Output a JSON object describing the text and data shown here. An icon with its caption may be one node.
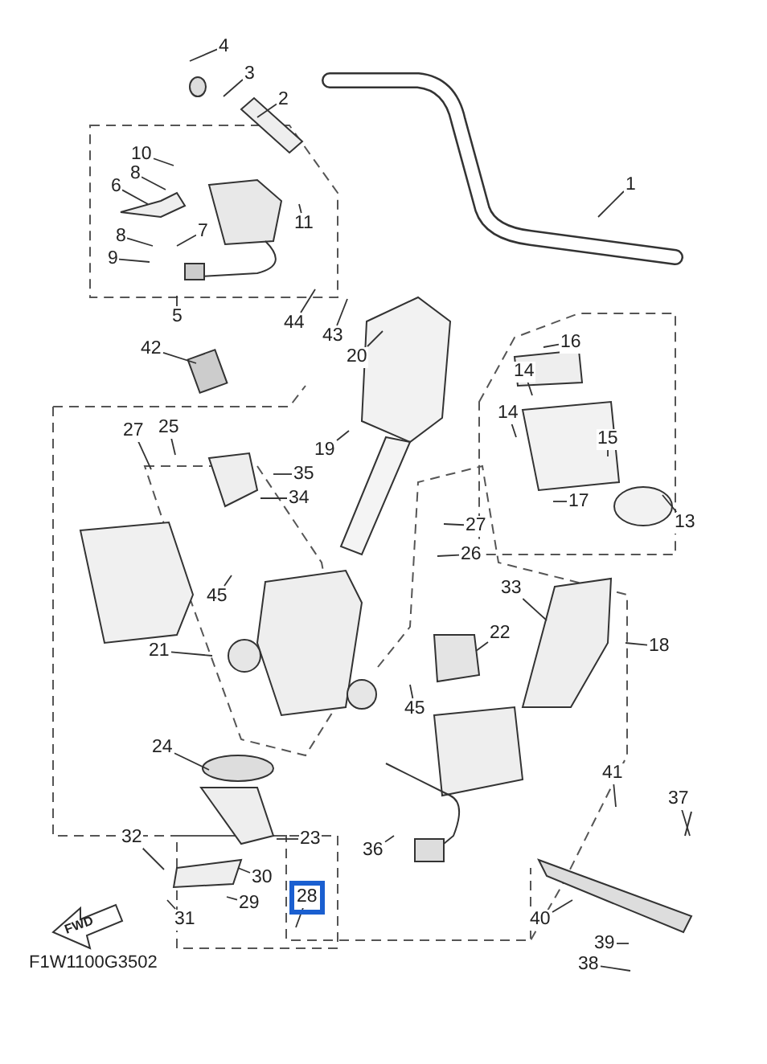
{
  "diagram": {
    "nodes": [
      {
        "text": [
          "4"
        ]
      },
      {
        "text": [
          "3"
        ]
      },
      {
        "text": [
          "2"
        ]
      },
      {
        "text": [
          "1"
        ]
      },
      {
        "text": [
          "10"
        ]
      },
      {
        "text": [
          "8"
        ]
      },
      {
        "text": [
          "6"
        ]
      },
      {
        "text": [
          "11"
        ]
      },
      {
        "text": [
          "7"
        ]
      },
      {
        "text": [
          "8"
        ]
      },
      {
        "text": [
          "9"
        ]
      },
      {
        "text": [
          "5"
        ]
      },
      {
        "text": [
          "44"
        ]
      },
      {
        "text": [
          "43"
        ]
      },
      {
        "text": [
          "20"
        ]
      },
      {
        "text": [
          "42"
        ]
      },
      {
        "text": [
          "16"
        ]
      },
      {
        "text": [
          "14"
        ]
      },
      {
        "text": [
          "14"
        ]
      },
      {
        "text": [
          "15"
        ]
      },
      {
        "text": [
          "17"
        ]
      },
      {
        "text": [
          "13"
        ]
      },
      {
        "text": [
          "19"
        ]
      },
      {
        "text": [
          "27"
        ]
      },
      {
        "text": [
          "25"
        ]
      },
      {
        "text": [
          "35"
        ]
      },
      {
        "text": [
          "34"
        ]
      },
      {
        "text": [
          "27"
        ]
      },
      {
        "text": [
          "26"
        ]
      },
      {
        "text": [
          "33"
        ]
      },
      {
        "text": [
          "45"
        ]
      },
      {
        "text": [
          "22"
        ]
      },
      {
        "text": [
          "18"
        ]
      },
      {
        "text": [
          "21"
        ]
      },
      {
        "text": [
          "45"
        ]
      },
      {
        "text": [
          "41"
        ]
      },
      {
        "text": [
          "37"
        ]
      },
      {
        "text": [
          "24"
        ]
      },
      {
        "text": [
          "23"
        ]
      },
      {
        "text": [
          "36"
        ]
      },
      {
        "text": [
          "32"
        ]
      },
      {
        "text": [
          "30"
        ]
      },
      {
        "text": [
          "28"
        ]
      },
      {
        "text": [
          "29"
        ]
      },
      {
        "text": [
          "31"
        ]
      },
      {
        "text": [
          "40"
        ]
      },
      {
        "text": [
          "39"
        ]
      },
      {
        "text": [
          "38"
        ]
      }
    ],
    "edges": [
      {
        "from": 0,
        "to": null,
        "arrow": "none"
      },
      {
        "from": 1,
        "to": null,
        "arrow": "none"
      },
      {
        "from": 2,
        "to": null,
        "arrow": "none"
      },
      {
        "from": 3,
        "to": null,
        "arrow": "none"
      },
      {
        "from": 4,
        "to": null,
        "arrow": "none"
      },
      {
        "from": 5,
        "to": null,
        "arrow": "none"
      },
      {
        "from": 6,
        "to": null,
        "arrow": "none"
      },
      {
        "from": 7,
        "to": null,
        "arrow": "none"
      },
      {
        "from": 8,
        "to": null,
        "arrow": "none"
      },
      {
        "from": 9,
        "to": null,
        "arrow": "none"
      },
      {
        "from": 10,
        "to": null,
        "arrow": "none"
      },
      {
        "from": 11,
        "to": null,
        "arrow": "none"
      },
      {
        "from": 12,
        "to": null,
        "arrow": "none"
      },
      {
        "from": 13,
        "to": null,
        "arrow": "none"
      },
      {
        "from": 14,
        "to": null,
        "arrow": "none"
      },
      {
        "from": 15,
        "to": null,
        "arrow": "none"
      },
      {
        "from": 16,
        "to": null,
        "arrow": "none"
      },
      {
        "from": 17,
        "to": null,
        "arrow": "none"
      },
      {
        "from": 18,
        "to": null,
        "arrow": "none"
      },
      {
        "from": 19,
        "to": null,
        "arrow": "none"
      },
      {
        "from": 20,
        "to": null,
        "arrow": "none"
      },
      {
        "from": 21,
        "to": null,
        "arrow": "none"
      },
      {
        "from": 22,
        "to": null,
        "arrow": "none"
      },
      {
        "from": 23,
        "to": null,
        "arrow": "none"
      },
      {
        "from": 24,
        "to": null,
        "arrow": "none"
      },
      {
        "from": 25,
        "to": null,
        "arrow": "none"
      },
      {
        "from": 26,
        "to": null,
        "arrow": "none"
      },
      {
        "from": 27,
        "to": null,
        "arrow": "none"
      },
      {
        "from": 28,
        "to": null,
        "arrow": "none"
      },
      {
        "from": 29,
        "to": null,
        "arrow": "none"
      },
      {
        "from": 30,
        "to": null,
        "arrow": "none"
      },
      {
        "from": 31,
        "to": null,
        "arrow": "none"
      },
      {
        "from": 32,
        "to": null,
        "arrow": "none"
      },
      {
        "from": 33,
        "to": null,
        "arrow": "none"
      },
      {
        "from": 34,
        "to": null,
        "arrow": "none"
      },
      {
        "from": 35,
        "to": null,
        "arrow": "none"
      },
      {
        "from": 36,
        "to": null,
        "arrow": "none"
      },
      {
        "from": 37,
        "to": null,
        "arrow": "none"
      },
      {
        "from": 38,
        "to": null,
        "arrow": "none"
      },
      {
        "from": 39,
        "to": null,
        "arrow": "none"
      },
      {
        "from": 40,
        "to": null,
        "arrow": "none"
      },
      {
        "from": 41,
        "to": null,
        "arrow": "none"
      },
      {
        "from": 42,
        "to": null,
        "arrow": "none"
      },
      {
        "from": 43,
        "to": null,
        "arrow": "none"
      },
      {
        "from": 44,
        "to": null,
        "arrow": "none"
      },
      {
        "from": 45,
        "to": null,
        "arrow": "none"
      },
      {
        "from": 46,
        "to": null,
        "arrow": "none"
      },
      {
        "from": 47,
        "to": null,
        "arrow": "none"
      }
    ],
    "labels": [
      "FWD",
      "F1W1100G3502"
    ]
  }
}
